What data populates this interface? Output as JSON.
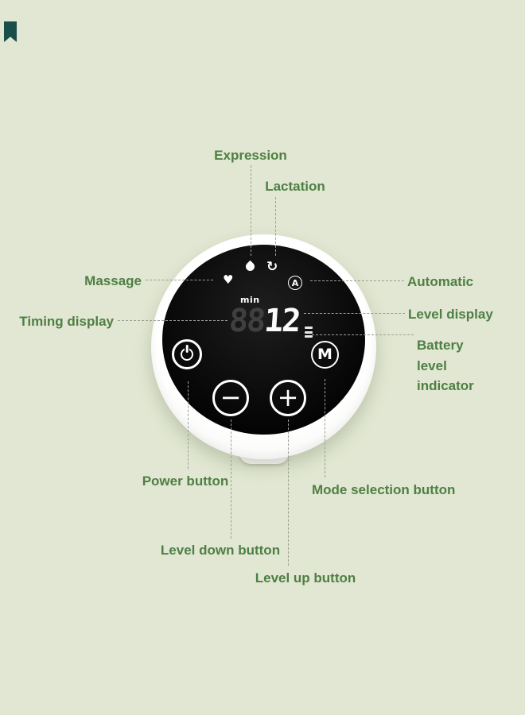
{
  "palette": {
    "background": "#e1e7d2",
    "label_text": "#4e7f44",
    "callout_line": "#9aa194",
    "device_face": "#ffffff",
    "display_panel": "#0a0a0a",
    "corner_mark": "#1a4f49"
  },
  "callouts": {
    "expression": "Expression",
    "lactation": "Lactation",
    "massage": "Massage",
    "automatic": "Automatic",
    "timing_display": "Timing display",
    "level_display": "Level display",
    "battery_level_indicator": "Battery level indicator",
    "power_button": "Power button",
    "mode_selection_button": "Mode selection button",
    "level_down_button": "Level down button",
    "level_up_button": "Level up button"
  },
  "device": {
    "display": {
      "min_label": "min",
      "ghost_digits": "88",
      "value_digits": "12"
    },
    "icons": {
      "massage_heart": "♥",
      "lactation_cycle": "↻",
      "auto_letter": "A",
      "mode_letter": "M",
      "level_down": "−",
      "level_up": "+"
    }
  }
}
